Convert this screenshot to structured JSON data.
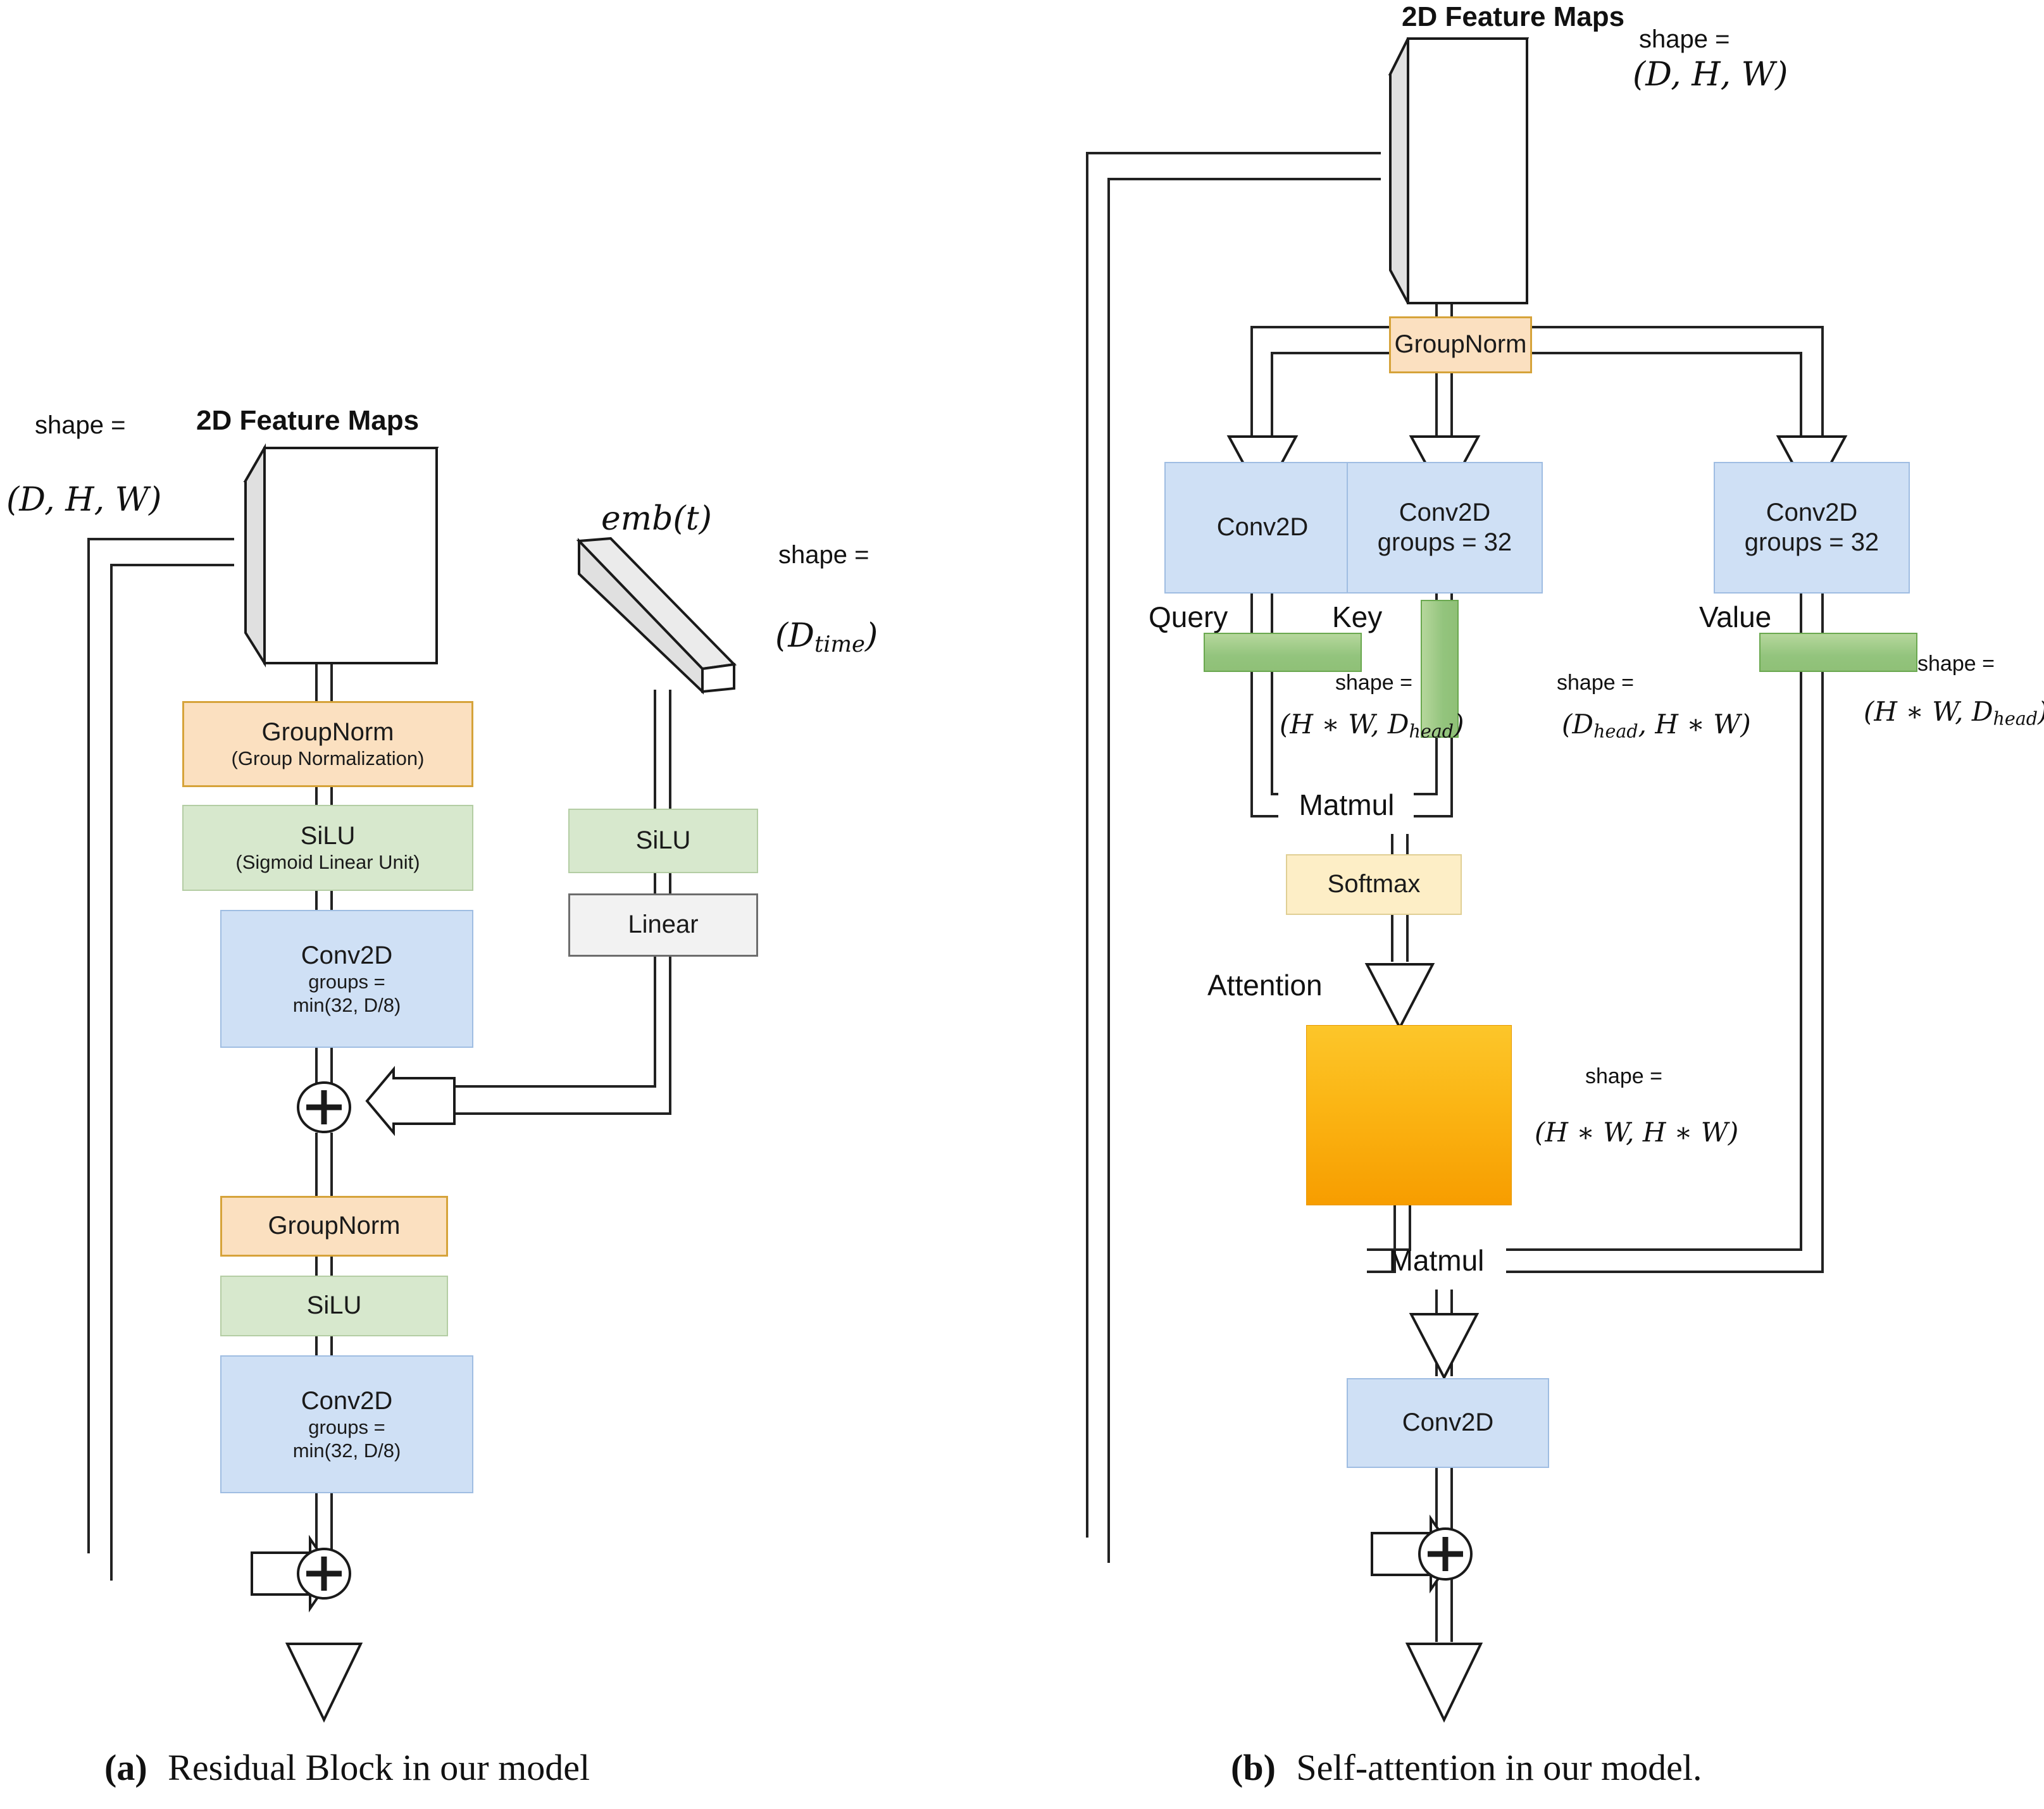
{
  "figure": {
    "panel_a": {
      "caption_tag": "(a)",
      "caption_text": "Residual Block in our model",
      "input_block": {
        "title": "2D Feature Maps",
        "shape_label": "shape =",
        "shape_value": "(D, H, W)"
      },
      "emb_block": {
        "title": "emb(t)",
        "shape_label": "shape =",
        "shape_value": "(D_time)"
      },
      "nodes": [
        {
          "id": "groupnorm1",
          "line1": "GroupNorm",
          "line2": "(Group Normalization)",
          "type": "groupnorm"
        },
        {
          "id": "silu1",
          "line1": "SiLU",
          "line2": "(Sigmoid Linear Unit)",
          "type": "silu"
        },
        {
          "id": "conv1",
          "line1": "Conv2D",
          "line2": "groups =",
          "line3": "min(32, D/8)",
          "type": "conv"
        },
        {
          "id": "groupnorm2",
          "line1": "GroupNorm",
          "line2": "",
          "type": "groupnorm"
        },
        {
          "id": "silu2",
          "line1": "SiLU",
          "line2": "",
          "type": "silu"
        },
        {
          "id": "conv2",
          "line1": "Conv2D",
          "line2": "groups =",
          "line3": "min(32, D/8)",
          "type": "conv"
        },
        {
          "id": "silu_emb",
          "line1": "SiLU",
          "line2": "",
          "type": "silu"
        },
        {
          "id": "linear",
          "line1": "Linear",
          "line2": "",
          "type": "linear"
        }
      ],
      "operators": [
        {
          "id": "add1",
          "symbol": "+"
        },
        {
          "id": "add2",
          "symbol": "+"
        }
      ]
    },
    "panel_b": {
      "caption_tag": "(b)",
      "caption_text": "Self-attention in our model.",
      "input_block": {
        "title": "2D Feature Maps",
        "shape_label": "shape =",
        "shape_value": "(D, H, W)"
      },
      "nodes": [
        {
          "id": "groupnorm",
          "line1": "GroupNorm",
          "line2": "",
          "type": "groupnorm"
        },
        {
          "id": "conv_q",
          "line1": "Conv2D",
          "line2": "",
          "type": "conv"
        },
        {
          "id": "conv_k",
          "line1": "Conv2D",
          "line2": "groups = 32",
          "type": "conv"
        },
        {
          "id": "conv_v",
          "line1": "Conv2D",
          "line2": "groups = 32",
          "type": "conv"
        },
        {
          "id": "softmax",
          "line1": "Softmax",
          "line2": "",
          "type": "softmax"
        },
        {
          "id": "conv_out",
          "line1": "Conv2D",
          "line2": "",
          "type": "conv"
        }
      ],
      "branch_labels": [
        {
          "id": "query",
          "text": "Query",
          "shape_label": "shape =",
          "shape_value": "(H * W, D_head)"
        },
        {
          "id": "key",
          "text": "Key",
          "shape_label": "shape =",
          "shape_value": "(D_head, H * W)"
        },
        {
          "id": "value",
          "text": "Value",
          "shape_label": "shape =",
          "shape_value": "(H * W, D_head)"
        }
      ],
      "ops": [
        {
          "id": "matmul_qk",
          "text": "Matmul"
        },
        {
          "id": "matmul_av",
          "text": "Matmul"
        }
      ],
      "attention": {
        "label": "Attention",
        "shape_label": "shape =",
        "shape_value": "(H * W, H * W)"
      },
      "operators": [
        {
          "id": "add_residual",
          "symbol": "+"
        }
      ]
    }
  },
  "colors": {
    "groupnorm_fill": "#fbe0c0",
    "groupnorm_stroke": "#d6a33a",
    "silu_fill": "#d7e8cd",
    "silu_stroke": "#b4cda4",
    "conv_fill": "#cfe0f5",
    "conv_stroke": "#9fbde2",
    "linear_fill": "#f2f2f2",
    "linear_stroke": "#6d6d6d",
    "softmax_fill": "#fdeec6",
    "softmax_stroke": "#e0cf94",
    "tensor_green_fill": "#93c47d",
    "attention_fill": "#f9a602",
    "cube_fill": "#ffffff",
    "cube_shade": "#e8e8e8",
    "line": "#222222"
  }
}
